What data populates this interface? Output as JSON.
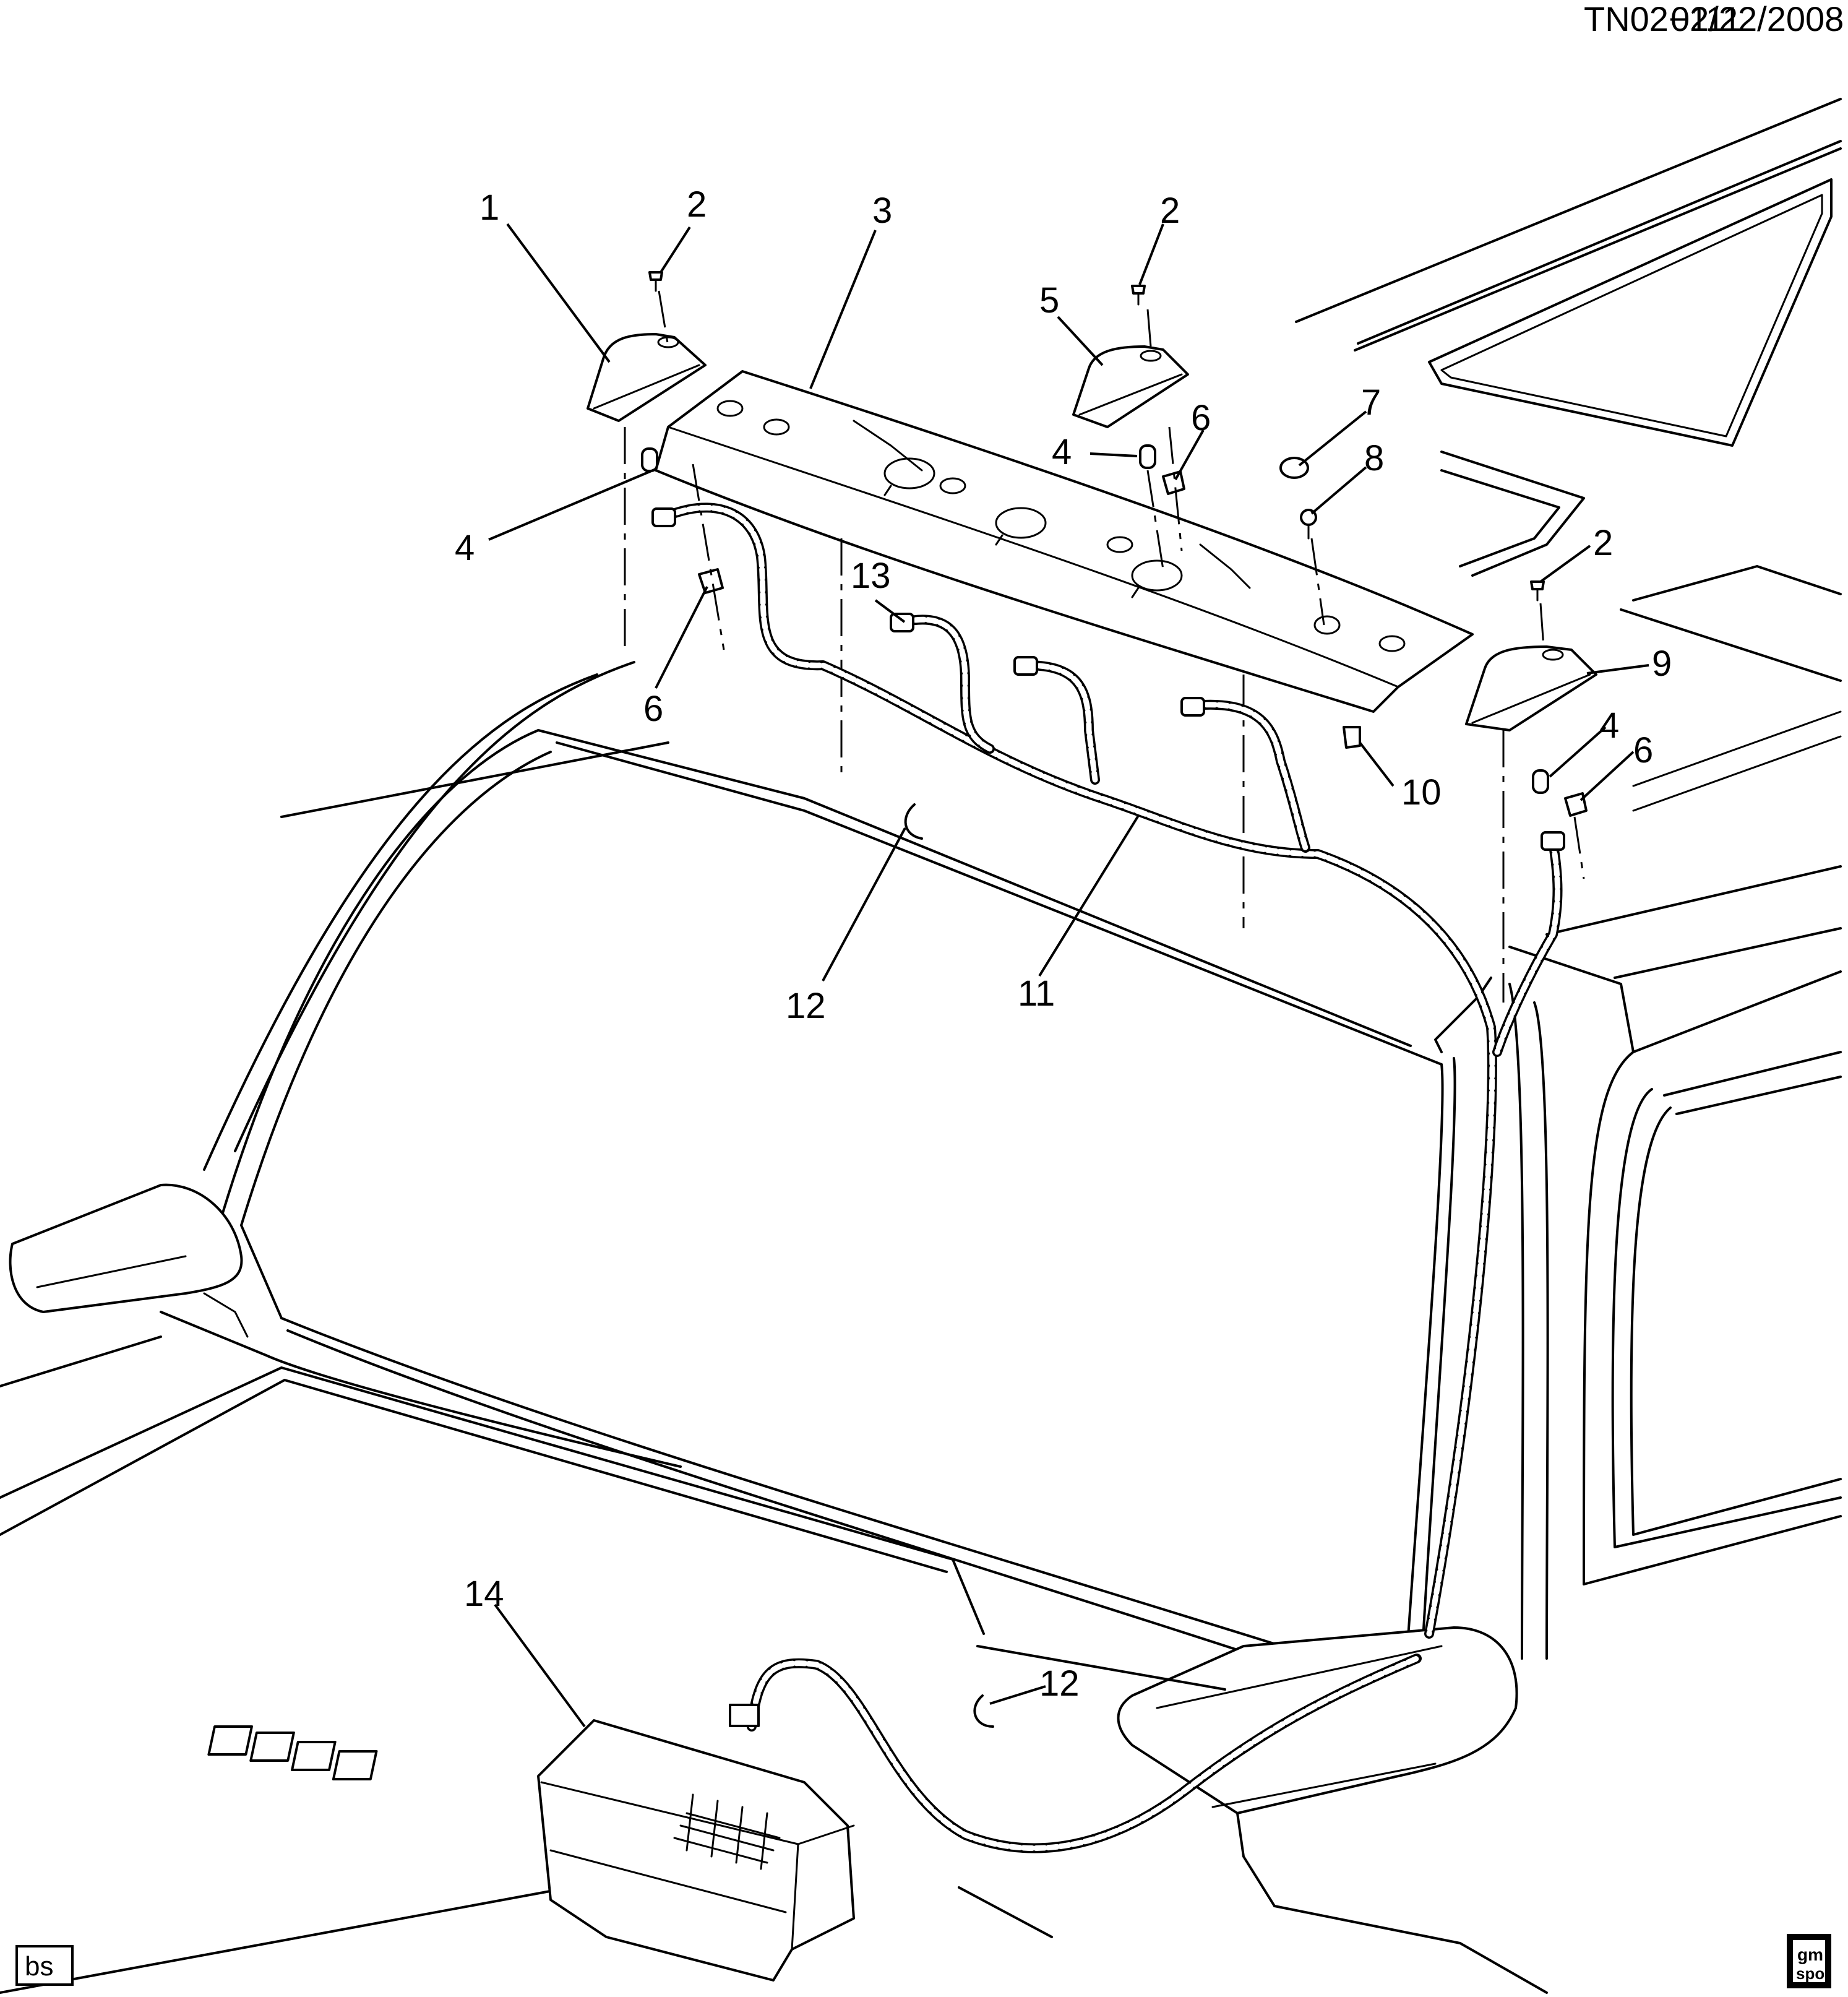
{
  "header": {
    "code": "TN02−111",
    "date": "02/22/2008"
  },
  "callouts": {
    "c1": "1",
    "c2a": "2",
    "c2b": "2",
    "c2c": "2",
    "c3": "3",
    "c4a": "4",
    "c4b": "4",
    "c4c": "4",
    "c5": "5",
    "c6a": "6",
    "c6b": "6",
    "c6c": "6",
    "c7": "7",
    "c8": "8",
    "c9": "9",
    "c10": "10",
    "c11": "11",
    "c12a": "12",
    "c12b": "12",
    "c13": "13",
    "c14": "14"
  },
  "footer": {
    "left_badge": "bs",
    "logo_top": "gm",
    "logo_bottom": "spo"
  }
}
